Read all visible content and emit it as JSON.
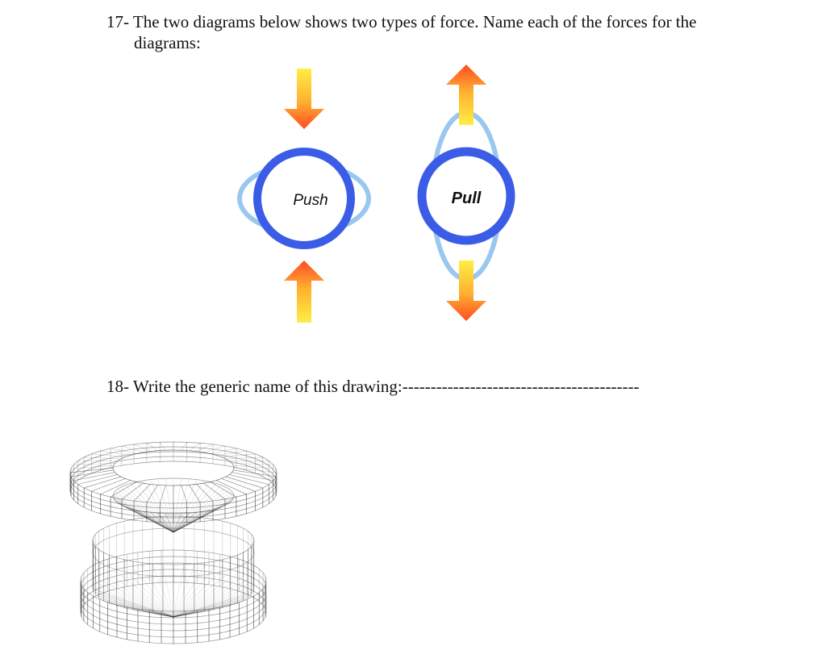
{
  "question17": {
    "line1": "17- The two diagrams below shows two types of force. Name each of the forces for the",
    "line2": "diagrams:"
  },
  "diagrams": {
    "push_label": "Push",
    "pull_label": "Pull"
  },
  "question18": {
    "text": "18- Write the generic name of this drawing:------------------------------------------"
  },
  "colors": {
    "ring_dark": "#3a5ce6",
    "ring_light": "#99c7f0",
    "arrow_top": "#ffee44",
    "arrow_bottom": "#ff4b22"
  },
  "wireframe": {
    "icon": "wireframe-spool-icon"
  }
}
